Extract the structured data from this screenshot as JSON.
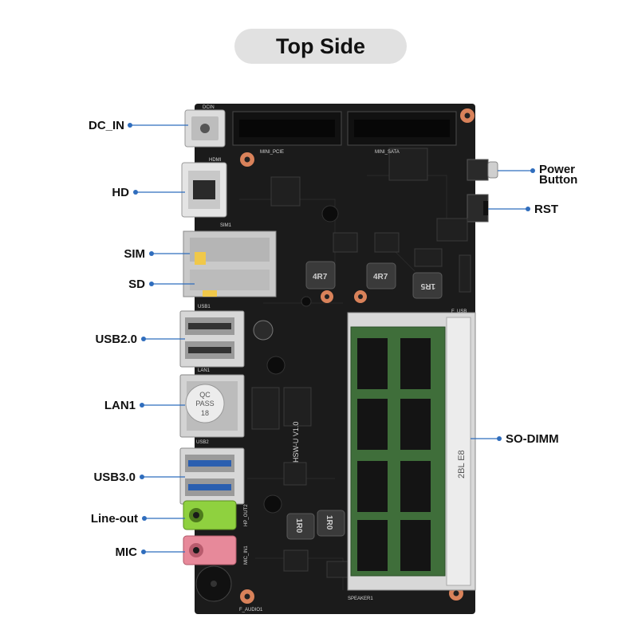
{
  "title": "Top Side",
  "left_labels": {
    "dc_in": "DC_IN",
    "hd": "HD",
    "sim": "SIM",
    "sd": "SD",
    "usb20": "USB2.0",
    "lan1": "LAN1",
    "usb30": "USB3.0",
    "line_out": "Line-out",
    "mic": "MIC"
  },
  "right_labels": {
    "power_button_line1": "Power",
    "power_button_line2": "Button",
    "rst": "RST",
    "so_dimm": "SO-DIMM"
  },
  "silkscreen": {
    "dcin": "DCIN",
    "mini_pcie": "MINI_PCIE",
    "mini_sata": "MINI_SATA",
    "hdmi": "HDMI",
    "sim1": "SIM1",
    "usb1": "USB1",
    "lan1": "LAN1",
    "usb2": "USB2",
    "f_usb": "F_USB",
    "hsw_u": "HSW-U V1.0",
    "speaker1": "SPEAKER1",
    "f_audio1": "F_AUDIO1",
    "hp_out2": "HP_OUT2",
    "mic_in1": "MIC_IN1",
    "inductor_1": "4R7",
    "inductor_2": "4R7",
    "inductor_3": "1R5",
    "inductor_4": "1R0",
    "inductor_5": "1R0",
    "qc_1": "QC",
    "qc_2": "PASS",
    "qc_3": "18",
    "dimm_marking": "2BL E8"
  },
  "colors": {
    "board": "#1b1b1b",
    "ram": "#3f6e3a",
    "chip": "#202020",
    "mount": "#d9825a",
    "dot": "#2f6dbd",
    "line_out_jack": "#8fd13f",
    "mic_jack": "#e7899a",
    "metal": "#cfcfcf"
  }
}
